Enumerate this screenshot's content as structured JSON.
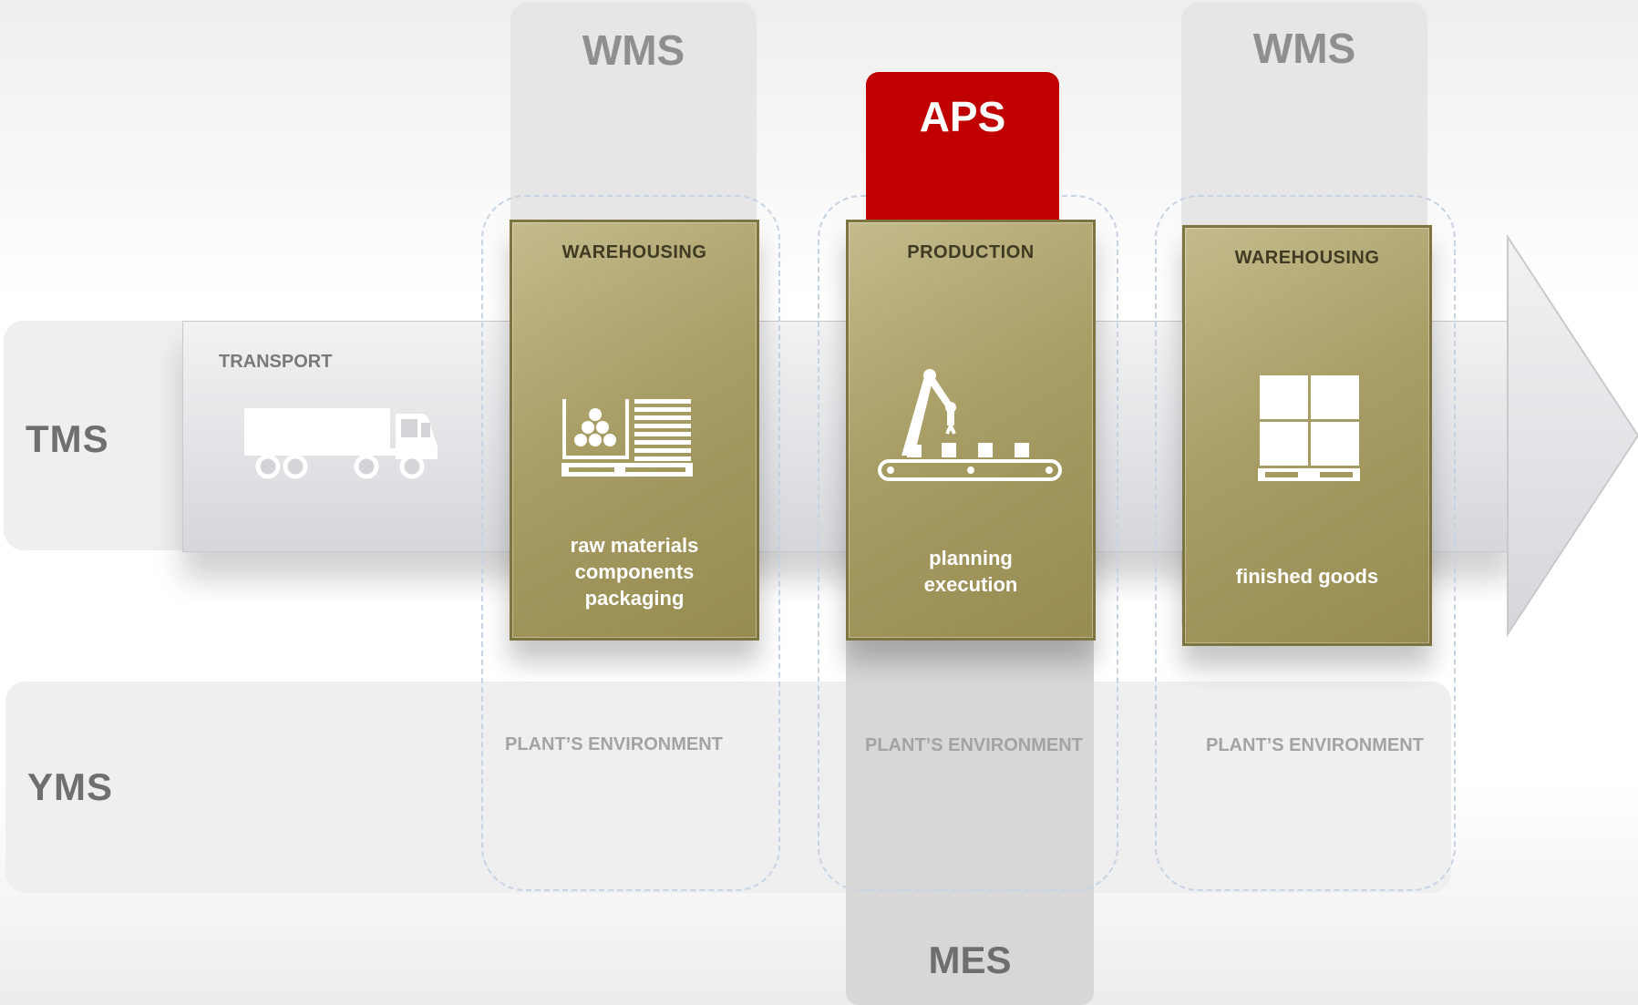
{
  "rows": {
    "tms": "TMS",
    "yms": "YMS"
  },
  "columns": {
    "wms_left": "WMS",
    "wms_right": "WMS",
    "aps": "APS",
    "mes": "MES"
  },
  "transport": {
    "label": "TRANSPORT",
    "icon": "truck-icon"
  },
  "cards": [
    {
      "title": "WAREHOUSING",
      "icon": "raw-materials-icon",
      "lines": [
        "raw materials",
        "components",
        "packaging"
      ]
    },
    {
      "title": "PRODUCTION",
      "icon": "robot-arm-conveyor-icon",
      "lines": [
        "planning",
        "execution"
      ]
    },
    {
      "title": "WAREHOUSING",
      "icon": "pallet-boxes-icon",
      "lines": [
        "finished goods"
      ]
    }
  ],
  "environment_labels": [
    "PLANT’S ENVIRONMENT",
    "PLANT’S ENVIRONMENT",
    "PLANT’S ENVIRONMENT"
  ],
  "colors": {
    "card": "#a89e66",
    "aps": "#c00000",
    "band": "#efefef",
    "column": "#e6e6e6",
    "mes": "#d7d7d7"
  }
}
